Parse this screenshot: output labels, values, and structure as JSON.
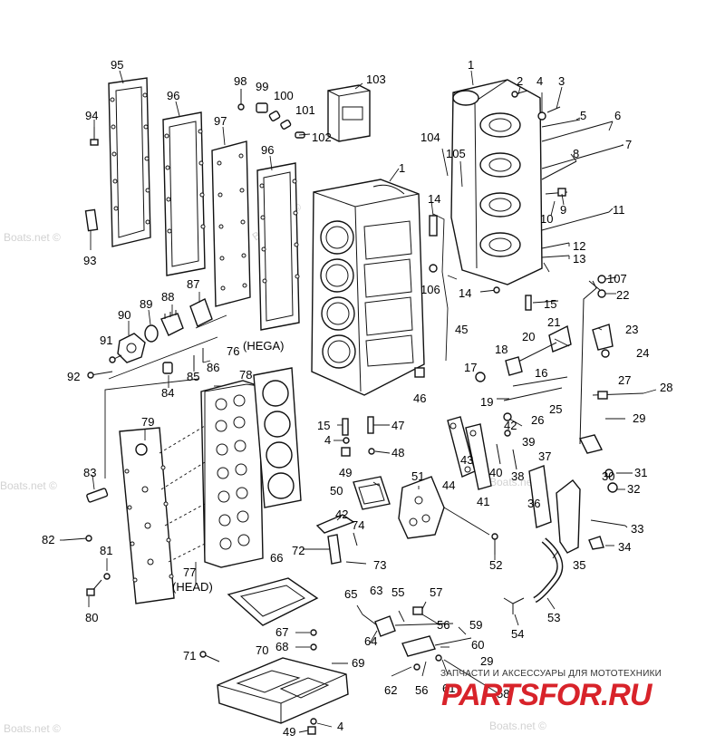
{
  "labels": {
    "1": "1",
    "2": "2",
    "3": "3",
    "4": "4",
    "5": "5",
    "6": "6",
    "7": "7",
    "8": "8",
    "9": "9",
    "10": "10",
    "11": "11",
    "12": "12",
    "13": "13",
    "14": "14",
    "15": "15",
    "16": "16",
    "17": "17",
    "18": "18",
    "19": "19",
    "20": "20",
    "21": "21",
    "22": "22",
    "23": "23",
    "24": "24",
    "25": "25",
    "26": "26",
    "27": "27",
    "28": "28",
    "29": "29",
    "30": "30",
    "31": "31",
    "32": "32",
    "33": "33",
    "34": "34",
    "35": "35",
    "36": "36",
    "37": "37",
    "38": "38",
    "39": "39",
    "40": "40",
    "41": "41",
    "42": "42",
    "43": "43",
    "44": "44",
    "45": "45",
    "46": "46",
    "47": "47",
    "48": "48",
    "49": "49",
    "50": "50",
    "51": "51",
    "52": "52",
    "53": "53",
    "54": "54",
    "55": "55",
    "56": "56",
    "57": "57",
    "58": "58",
    "59": "59",
    "60": "60",
    "61": "61",
    "62": "62",
    "63": "63",
    "64": "64",
    "65": "65",
    "66": "66",
    "67": "67",
    "68": "68",
    "69": "69",
    "70": "70",
    "71": "71",
    "72": "72",
    "73": "73",
    "74": "74",
    "76": "76",
    "77": "77",
    "78": "78",
    "79": "79",
    "80": "80",
    "81": "81",
    "82": "82",
    "83": "83",
    "84": "84",
    "85": "85",
    "86": "86",
    "87": "87",
    "88": "88",
    "89": "89",
    "90": "90",
    "91": "91",
    "92": "92",
    "93": "93",
    "94": "94",
    "95": "95",
    "96": "96",
    "97": "97",
    "98": "98",
    "99": "99",
    "100": "100",
    "101": "101",
    "102": "102",
    "103": "103",
    "104": "104",
    "105": "105",
    "106": "106",
    "107": "107"
  },
  "notes": {
    "hega": "(HEGA)",
    "head": "(HEAD)"
  },
  "watermark": "Boats.net ©",
  "footer": {
    "tagline": "ЗАПЧАСТИ И АКСЕССУАРЫ ДЛЯ МОТОТЕХНИКИ",
    "brand": "PARTSFOR.RU",
    "brand_color": "#d8232a"
  }
}
